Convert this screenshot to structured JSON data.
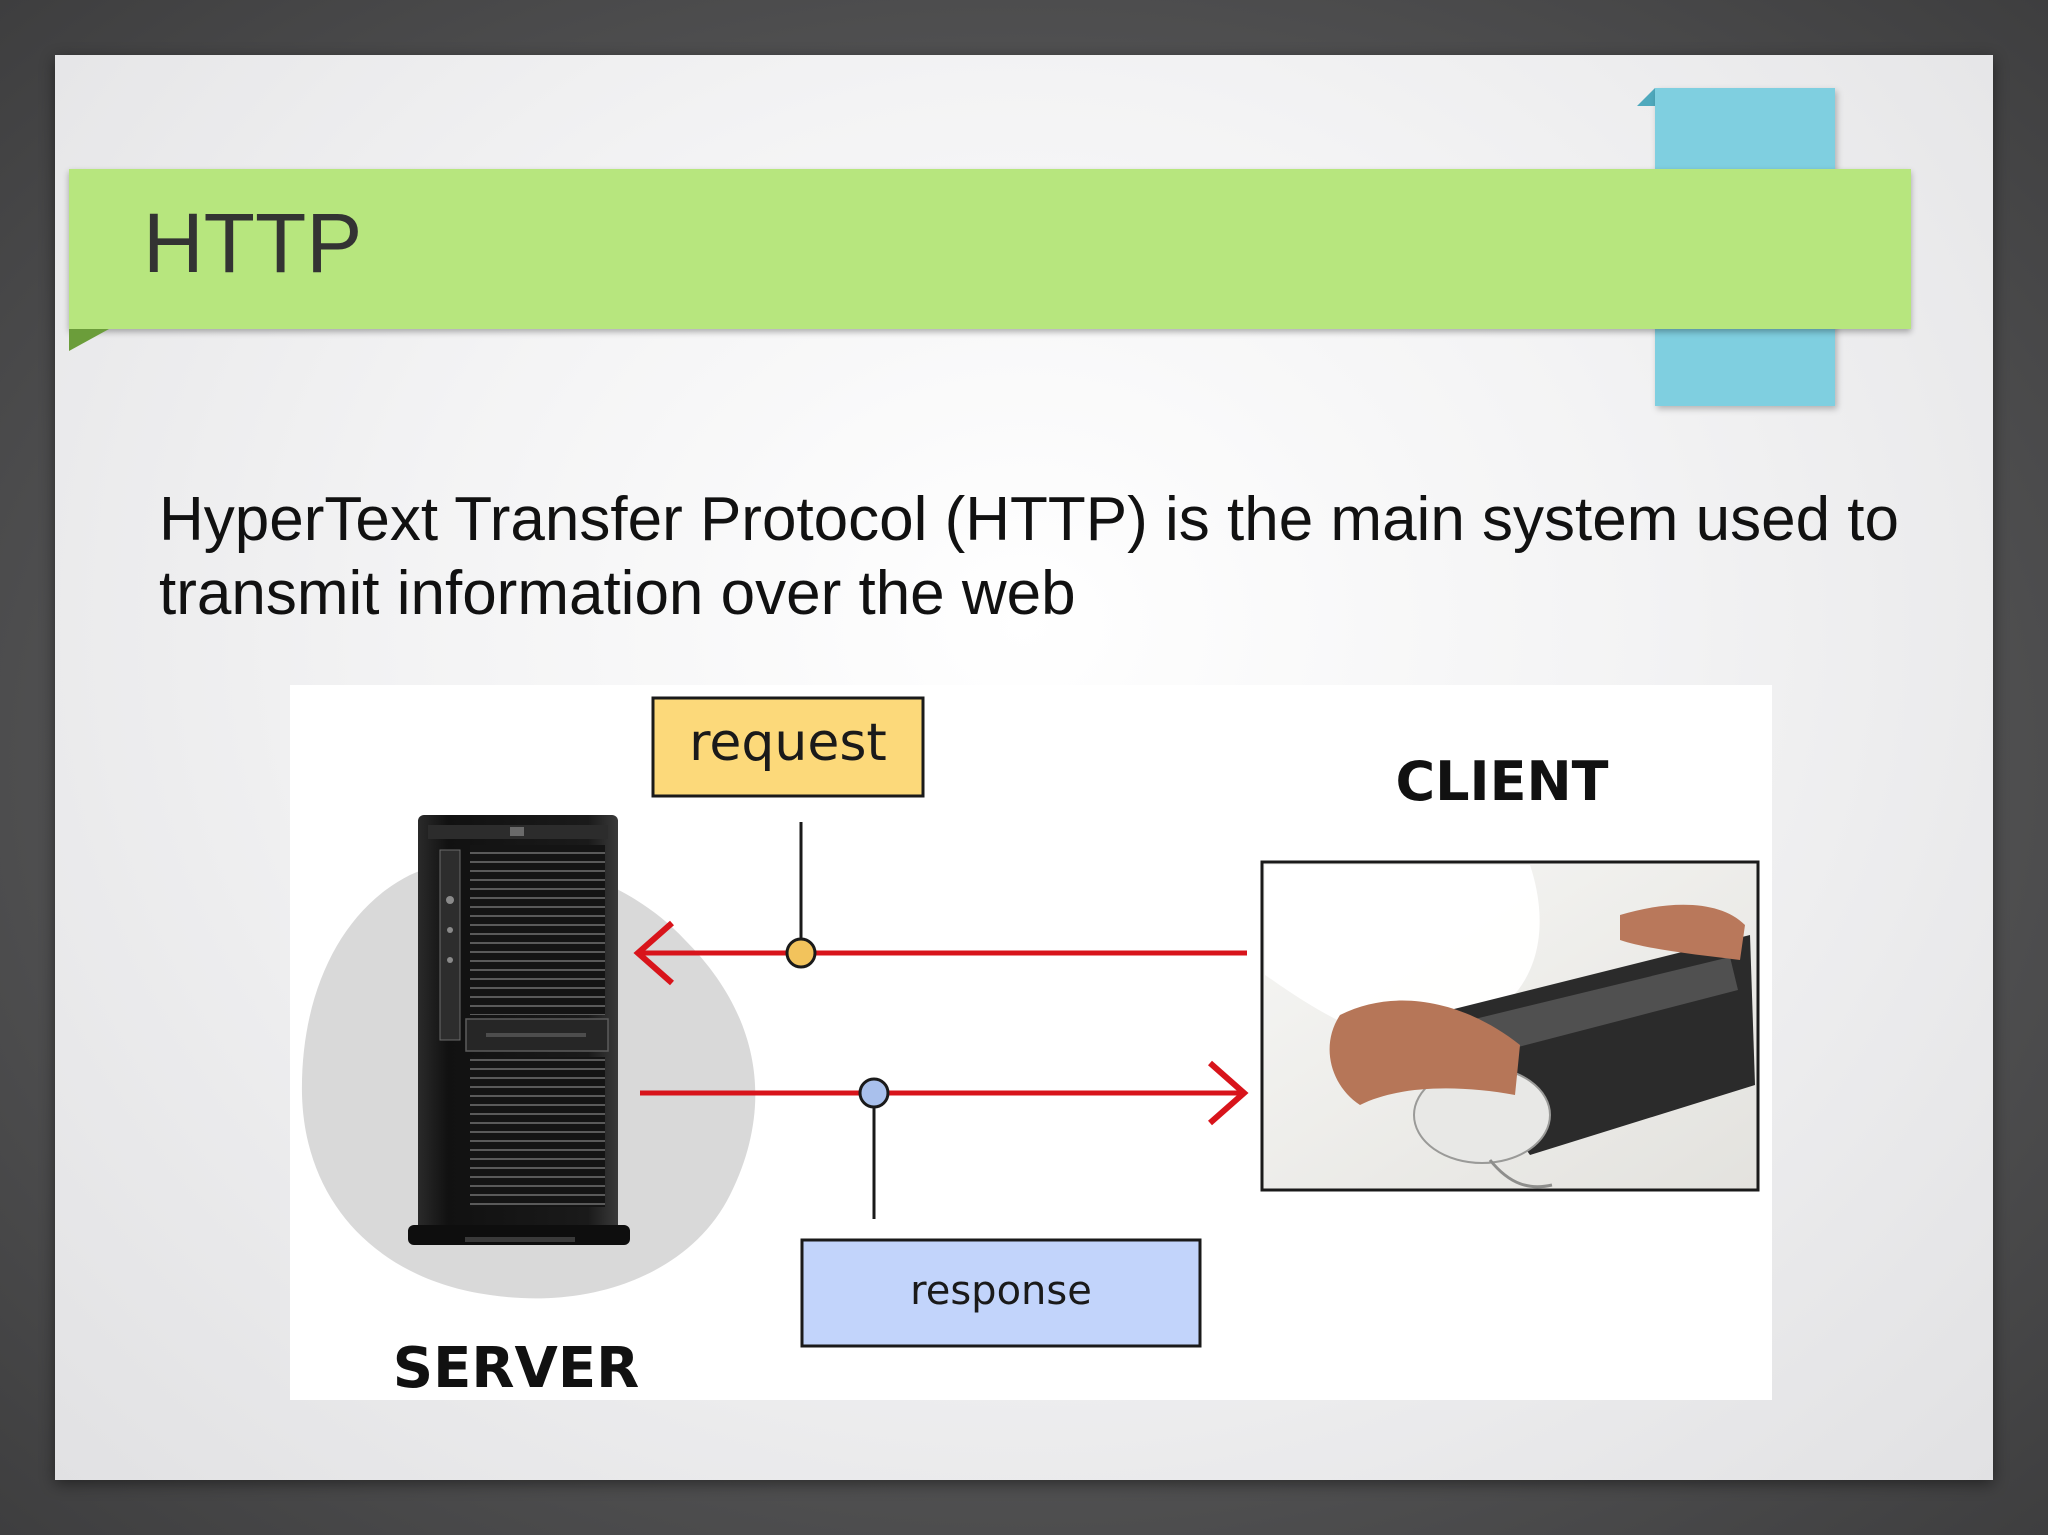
{
  "slide": {
    "title": "HTTP",
    "body": "HyperText Transfer Protocol (HTTP) is the main system used to transmit information over the web"
  },
  "diagram": {
    "request_label": "request",
    "response_label": "response",
    "client_label": "CLIENT",
    "server_label": "SERVER",
    "colors": {
      "arrow": "#d8141b",
      "request_box": "#fcd97a",
      "response_box": "#c2d4fb",
      "request_dot": "#f2c35c",
      "response_dot": "#a9c0ec"
    }
  },
  "theme": {
    "title_bar": "#b7e67e",
    "accent_tab": "#7fcfe0"
  }
}
